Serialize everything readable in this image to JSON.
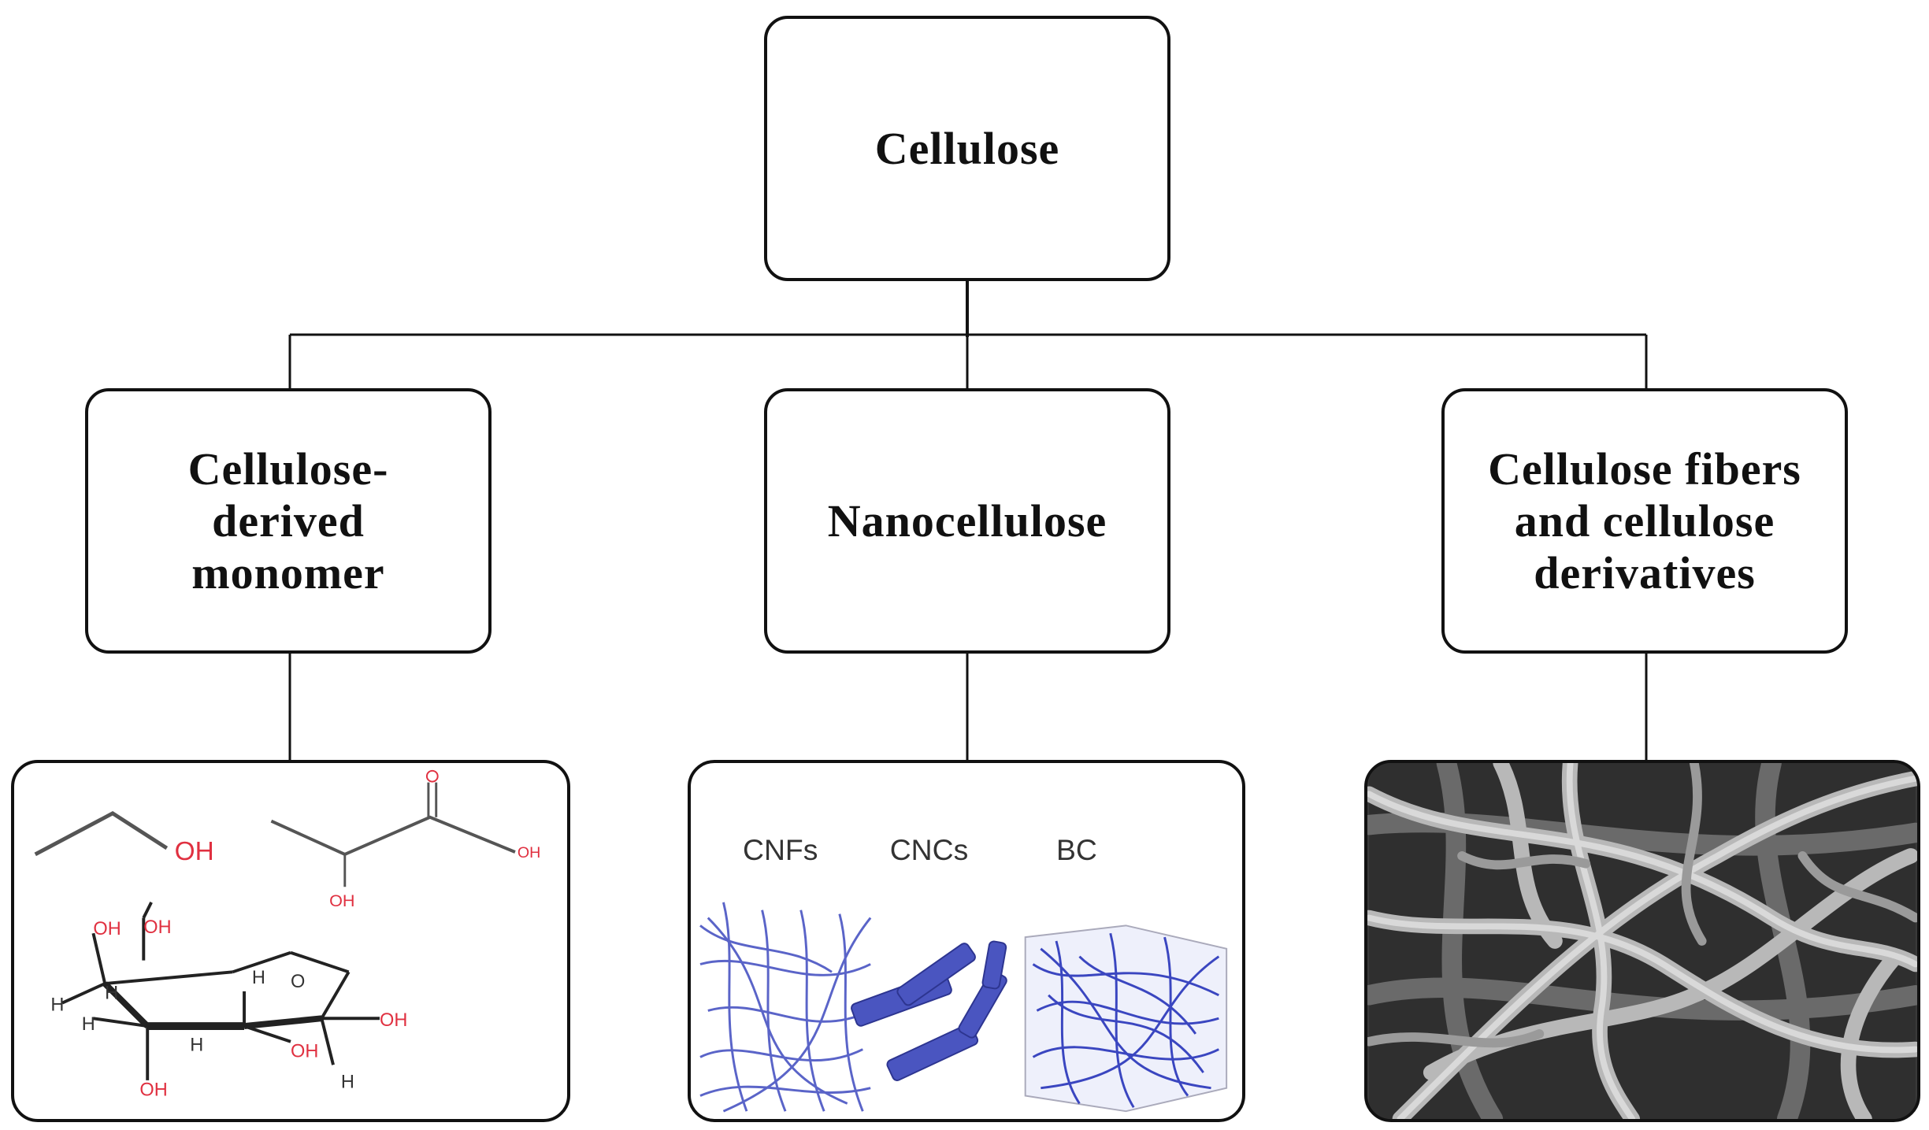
{
  "root": {
    "label": "Cellulose"
  },
  "children": [
    {
      "label_lines": [
        "Cellulose-",
        "derived",
        "monomer"
      ]
    },
    {
      "label_lines": [
        "Nanocellulose"
      ]
    },
    {
      "label_lines": [
        "Cellulose fibers",
        "and cellulose",
        "derivatives"
      ]
    }
  ],
  "monomer_panel": {
    "labels": {
      "ethanol_oh": "OH",
      "lactic_oh": "OH",
      "lactic_oh2": "OH"
    },
    "glucose_labels": [
      "OH",
      "OH",
      "H",
      "H",
      "H",
      "H",
      "O",
      "OH",
      "H",
      "OH",
      "OH",
      "H"
    ]
  },
  "nano_panel": {
    "labels": [
      "CNFs",
      "CNCs",
      "BC"
    ],
    "fiber_color": "#4a55b8"
  },
  "colors": {
    "line": "#111111",
    "hydroxyl": "#e03040"
  }
}
